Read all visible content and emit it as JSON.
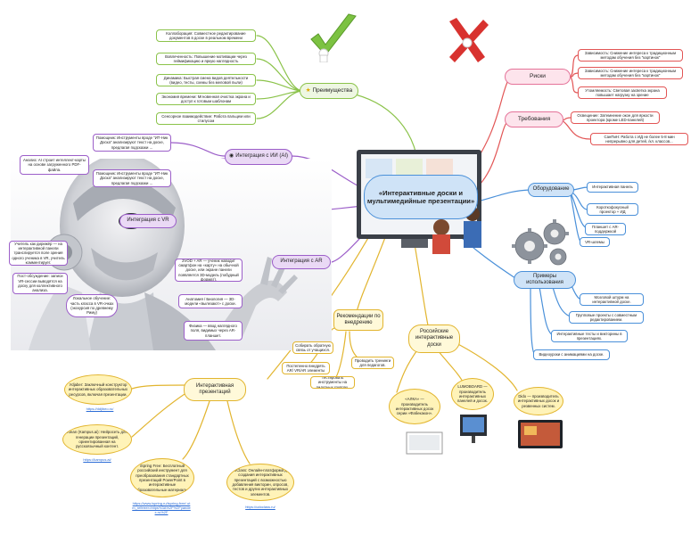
{
  "center": {
    "title": "«Интерактивные доски и мультимедийные презентации»"
  },
  "advantages": {
    "title": "Преимущества",
    "items": [
      "Коллаборация: Совместное редактирование документов в доске в реальном времени",
      "Вовлеченность: Повышение мотивации через геймификацию и яркую наглядность",
      "Динамика: Быстрая смена видов деятельности (видео, тесты, схемы без меловой пыли)",
      "Экономия времени: Мгновенная очистка экрана и доступ к готовым шаблонам",
      "Сенсорное взаимодействие: Работа пальцем или стилусом"
    ]
  },
  "risks": {
    "title": "Риски",
    "items": [
      "Зависимость: Снижение интереса к традиционным методам обучения без \"картинок\"",
      "Зависимость: Снижение интереса к традиционным методам обучения без \"картинок\"",
      "Утомляемость: Световая засветка экрана повышает нагрузку на зрение"
    ]
  },
  "requirements": {
    "title": "Требования",
    "items": [
      "Освещение: Затемнение окон для яркости проектора (кроме LED-панелей)",
      "СанПиН: Работа с ИД не более 5-8 мин непрерывно для детей, /кл. классов..."
    ]
  },
  "ai": {
    "title": "Интеграция с ИИ (AI)",
    "items": [
      "Помощник: Инструменты вроде \"ИТ-Ник Доска\" анализируют текст на доске, предлагая подсказки ...",
      "Анализ: AI строит интеллект-карты на основе загруженного PDF-файла.",
      "Помощник: Инструменты вроде \"ИТ-Ник Доска\" анализируют текст на доске, предлагая подсказки ..."
    ]
  },
  "vr": {
    "title": "Интеграция с VR",
    "items": [
      "Учитель как дирижёр — на интерактивной панели транслируется поле зрения одного ученика в VR, учитель комментирует.",
      "Пост-обсуждение: записи VR-сессии выводятся на доску для коллективного анализа.",
      "Локальное обучение: часть класса в VR-очках (экскурсия по древнему Риму)"
    ]
  },
  "ar": {
    "title": "Интеграция с AR",
    "items": [
      "2VOD + AR — ученик наводит смартфон на «карту» на обычной доске, или экране панели появляется 3D-модель (побудный формат).",
      "Анатомия / Биология — 3D-модели «вылезают» с доски.",
      "Физика — ввод наглядного поля, видимых через AR-планшет."
    ]
  },
  "equipment": {
    "title": "Оборудование",
    "items": [
      "Интерактивная панель",
      "Короткофокусный проектор + ИД",
      "Планшет с AR-поддержкой",
      "VR-шлемы"
    ]
  },
  "examples": {
    "title": "Примеры использования",
    "items": [
      "Мозговой штурм на интерактивной доске.",
      "Групповые проекты с совместным редактированием.",
      "Интерактивные тесты и викторины в презентациях.",
      "Видеоуроки с анимациями на доске."
    ]
  },
  "recommendations": {
    "title": "Рекомендации по внедрению",
    "items": [
      "Собирать обратную связь от учащихся.",
      "Проводить тренинги для педагогов.",
      "Постепенно внедрять AR/ VR/AR элементы",
      "Тестировать инструменты на пилотных группах."
    ]
  },
  "russian": {
    "title": "Российские интерактивные доски",
    "items": [
      "«АЛКА» — производитель интерактивных досок серии «Фабекакон».",
      "LUMOBOARD — производитель интерактивных панелей и досок.",
      "Dido — производитель интерактивных досок и резвенных систем."
    ]
  },
  "presentations": {
    "title": "Интерактивная презентаций",
    "items": [
      {
        "text": "Уdjaber: Заключный конструктор интерактивных образовательных ресурсов, включая презентации.",
        "link": "https://ddjibeo.ru/"
      },
      {
        "text": "Klean (Kampus.ai): Нейросеть для генерации презентаций, ориентированная на русскоязычный контент.",
        "link": "https://kampus.ai/"
      },
      {
        "text": "iSpring Free: Бесплатный российский инструмент для преобразования стандартных презентаций PowerPoint в интерактивные образовательные материалы.",
        "link": "https://www.ispring.ru/ispring-free/ utm_referrer=https%3A%2F%2Fyandex.ru%2F"
      },
      {
        "text": "UdoClass: Онлайн-платформа для создания интерактивных презентаций с возможностью добавления викторин, опросов, тестов и других интерактивных элементов.",
        "link": "https://udoclass.ru/"
      }
    ]
  },
  "colors": {
    "advantages": "#8bc34a",
    "risks": "#e25555",
    "ai": "#9c5fc9",
    "equipment": "#4a90d9",
    "recommendations": "#e2b52f"
  },
  "icons": [
    "check-mark-icon",
    "cross-mark-icon",
    "gears-icon",
    "star-icon",
    "robot-icon"
  ]
}
